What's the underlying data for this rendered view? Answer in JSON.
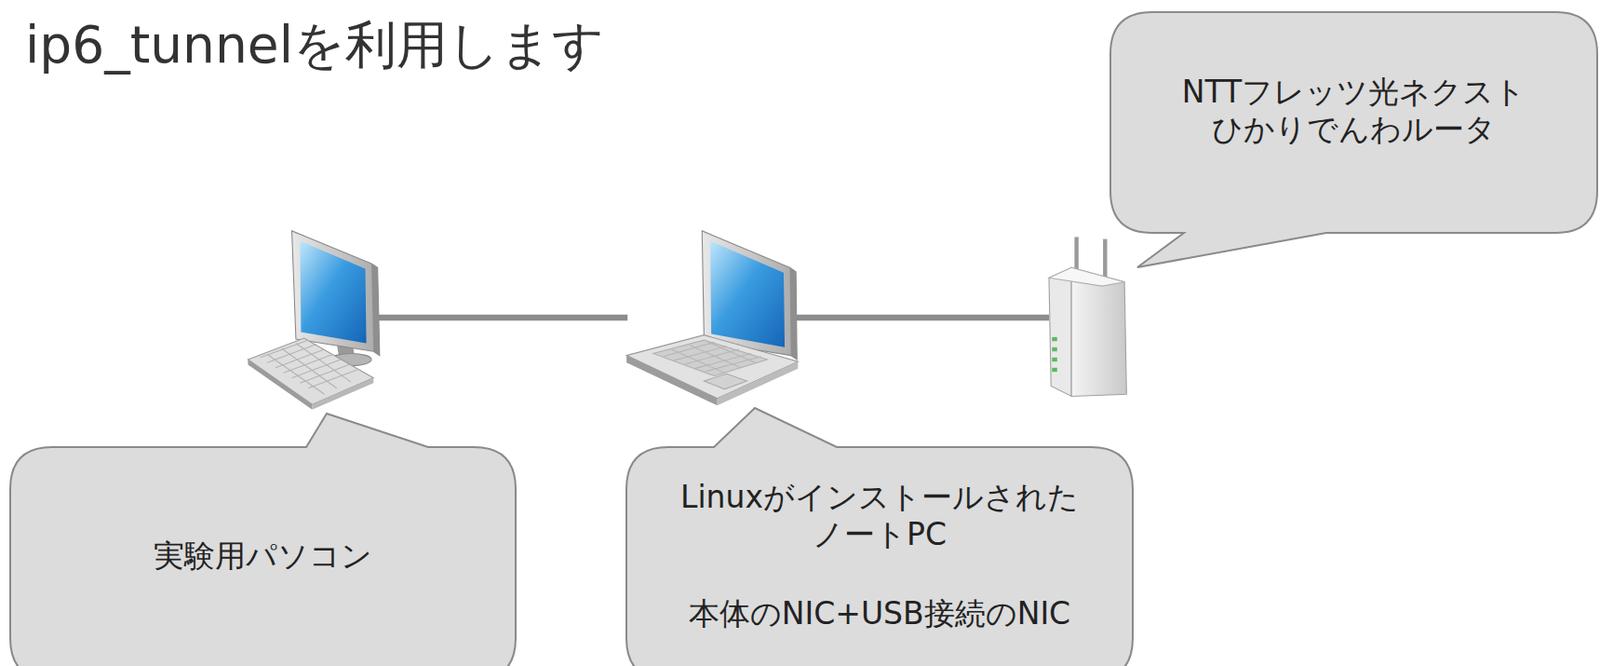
{
  "diagram": {
    "title": "ip6_tunnelを利用します",
    "nodes": [
      {
        "text": [
          "NTTフレッツ光ネクスト ひかりでんわルータ"
        ]
      },
      {
        "text": [
          "実験用パソコン"
        ]
      },
      {
        "text": [
          "Linuxがインストールされた ノートPC",
          "本体のNIC+USB接続のNIC"
        ]
      }
    ]
  }
}
